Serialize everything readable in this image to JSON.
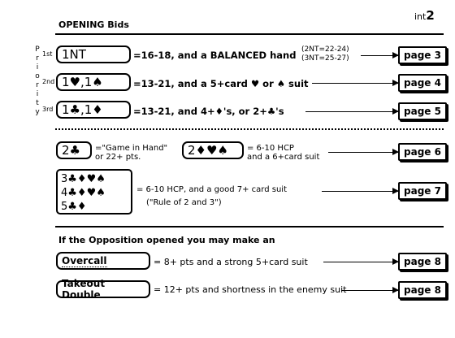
{
  "header": {
    "title": "OPENING Bids",
    "tag_prefix": "int",
    "tag_num": "2"
  },
  "priority_letters": [
    "P",
    "r",
    "i",
    "o",
    "r",
    "i",
    "t",
    "y"
  ],
  "rows": [
    {
      "ord": "1st",
      "bid": "1NT",
      "desc": "=16-18, and a BALANCED hand",
      "note1": "(2NT=22-24)",
      "note2": "(3NT=25-27)",
      "page": "page 3"
    },
    {
      "ord": "2nd",
      "bid": "1♥,1♠",
      "desc": "=13-21, and a 5+card ♥ or ♠ suit",
      "page": "page 4"
    },
    {
      "ord": "3rd",
      "bid": "1♣,1♦",
      "desc": "=13-21, and 4+♦'s, or 2+♣'s",
      "page": "page 5"
    }
  ],
  "two_club": {
    "bid": "2♣",
    "desc1": "=\"Game in Hand\"",
    "desc2": "or 22+ pts."
  },
  "weak_two": {
    "bid": "2♦♥♠",
    "desc1": "= 6-10 HCP",
    "desc2": "and a 6+card suit",
    "page": "page 6"
  },
  "preempt": {
    "lines": [
      "3♣♦♥♠",
      "4♣♦♥♠",
      "5♣♦"
    ],
    "desc1": "= 6-10 HCP, and a good 7+ card suit",
    "desc2": "(\"Rule of 2 and 3\")",
    "page": "page 7"
  },
  "opposition": {
    "heading": "If the Opposition opened you may make an",
    "overcall": {
      "label": "Overcall",
      "desc": "= 8+ pts and a strong 5+card suit",
      "page": "page 8"
    },
    "takeout": {
      "label": "Takeout Double",
      "desc": "= 12+ pts and shortness in the enemy suit",
      "page": "page 8"
    }
  }
}
